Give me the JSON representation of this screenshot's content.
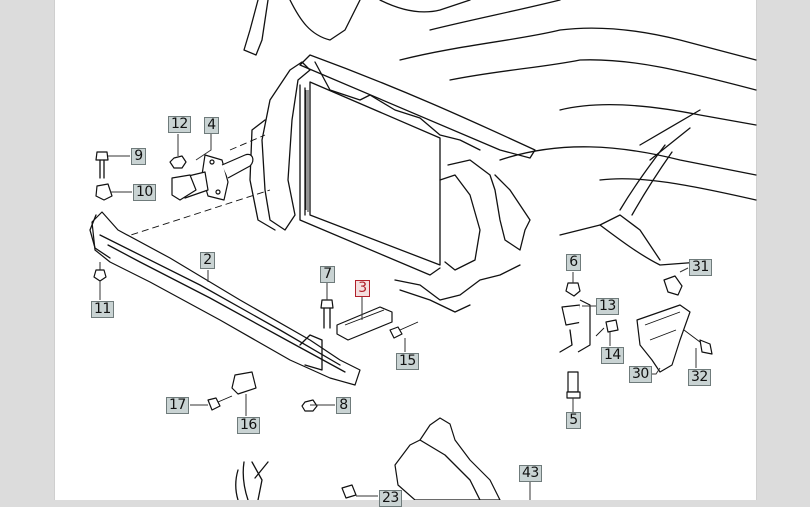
{
  "viewer": {
    "selected_part": "3",
    "accent_color": "#b0202a",
    "label_bg_color": "#c9d3d3"
  },
  "diagram": {
    "description": "Exploded parts view: front bumper carrier, radiator support / lock carrier and mounting hardware",
    "callouts": [
      {
        "id": "2",
        "label": "2"
      },
      {
        "id": "3",
        "label": "3"
      },
      {
        "id": "4",
        "label": "4"
      },
      {
        "id": "5",
        "label": "5"
      },
      {
        "id": "6",
        "label": "6"
      },
      {
        "id": "7",
        "label": "7"
      },
      {
        "id": "8",
        "label": "8"
      },
      {
        "id": "9",
        "label": "9"
      },
      {
        "id": "10",
        "label": "10"
      },
      {
        "id": "11",
        "label": "11"
      },
      {
        "id": "12",
        "label": "12"
      },
      {
        "id": "13",
        "label": "13"
      },
      {
        "id": "14",
        "label": "14"
      },
      {
        "id": "15",
        "label": "15"
      },
      {
        "id": "16",
        "label": "16"
      },
      {
        "id": "17",
        "label": "17"
      },
      {
        "id": "23",
        "label": "23"
      },
      {
        "id": "30",
        "label": "30"
      },
      {
        "id": "31",
        "label": "31"
      },
      {
        "id": "32",
        "label": "32"
      },
      {
        "id": "43",
        "label": "43"
      }
    ]
  }
}
